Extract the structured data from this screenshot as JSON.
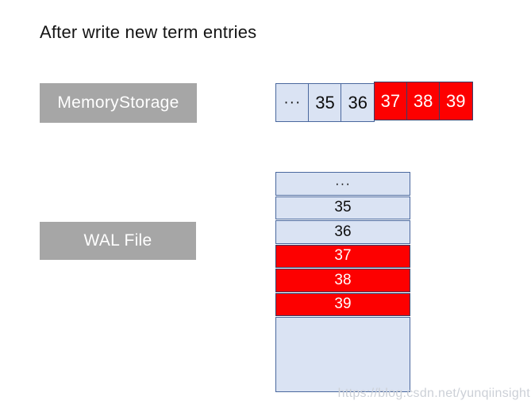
{
  "title": "After write new term entries",
  "memory_storage": {
    "label": "MemoryStorage",
    "cells": [
      {
        "text": "···",
        "state": "existing"
      },
      {
        "text": "35",
        "state": "existing"
      },
      {
        "text": "36",
        "state": "existing"
      },
      {
        "text": "37",
        "state": "new"
      },
      {
        "text": "38",
        "state": "new"
      },
      {
        "text": "39",
        "state": "new"
      }
    ]
  },
  "wal_file": {
    "label": "WAL File",
    "rows": [
      {
        "text": "···",
        "state": "existing"
      },
      {
        "text": "35",
        "state": "existing"
      },
      {
        "text": "36",
        "state": "existing"
      },
      {
        "text": "37",
        "state": "new"
      },
      {
        "text": "38",
        "state": "new"
      },
      {
        "text": "39",
        "state": "new"
      },
      {
        "text": "",
        "state": "empty"
      }
    ]
  },
  "watermark": "https://blog.csdn.net/yunqiinsight",
  "colors": {
    "highlight_red": "#fd0000",
    "cell_blue": "#dae3f3",
    "cell_border_blue": "#4a689e",
    "cell_border_navy": "#35406b",
    "label_gray": "#a6a6a6",
    "watermark_gray": "#ccd0d7"
  }
}
